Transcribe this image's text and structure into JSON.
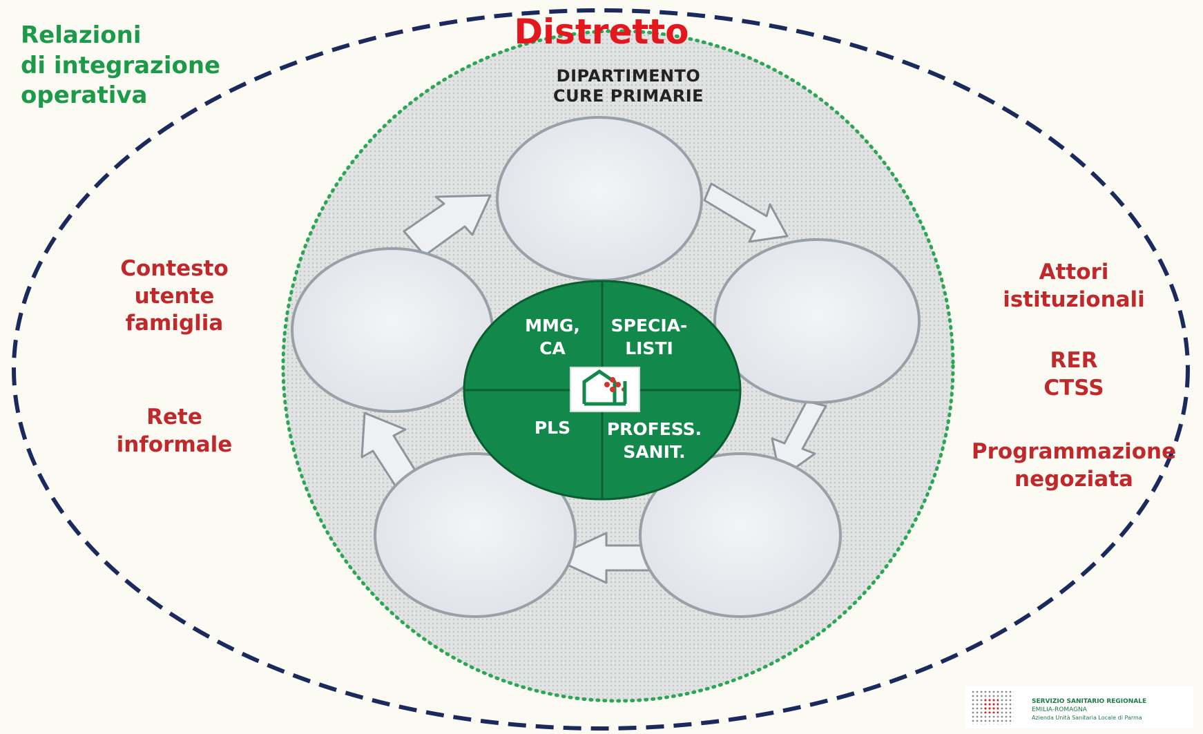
{
  "title": "Distretto",
  "corner_label": [
    "Relazioni",
    "di integrazione",
    "operativa"
  ],
  "department": [
    "DIPARTIMENTO",
    "CURE PRIMARIE"
  ],
  "left_labels": {
    "group1": [
      "Contesto",
      "utente",
      "famiglia"
    ],
    "group2": [
      "Rete",
      "informale"
    ]
  },
  "right_labels": {
    "group1": [
      "Attori",
      "istituzionali"
    ],
    "group2": [
      "RER",
      "CTSS"
    ],
    "group3": [
      "Programmazione",
      "negoziata"
    ]
  },
  "center": {
    "top_left": [
      "MMG,",
      "CA"
    ],
    "top_right": [
      "SPECIA-",
      "LISTI"
    ],
    "bottom_left": [
      "PLS"
    ],
    "bottom_right": [
      "PROFESS.",
      "SANIT."
    ]
  },
  "logo_text": {
    "line1": "SERVIZIO SANITARIO REGIONALE",
    "line2": "EMILIA-ROMAGNA",
    "line3": "Azienda Unità Sanitaria Locale di Parma"
  },
  "colors": {
    "title": "#e4171f",
    "green_text": "#1c9a4a",
    "red_text": "#c0282c",
    "outer_dash": "#1b2a5c",
    "inner_dots": "#2aa654",
    "center_fill": "#12894a"
  },
  "icons": {
    "center_logo": "house-cross-icon"
  }
}
